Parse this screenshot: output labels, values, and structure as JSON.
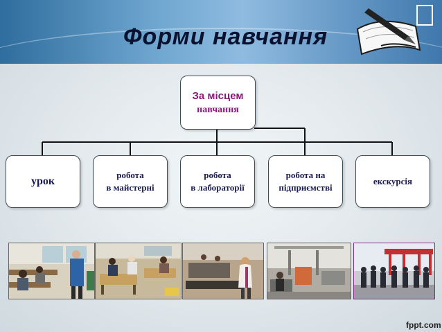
{
  "header": {
    "title": "Форми навчання"
  },
  "diagram": {
    "root": {
      "line1": "За місцем",
      "line2": "навчання"
    },
    "children": [
      {
        "line1": "урок",
        "line2": ""
      },
      {
        "line1": "робота",
        "line2": "в майстерні"
      },
      {
        "line1": "робота",
        "line2": "в лабораторії"
      },
      {
        "line1": "робота на",
        "line2": "підприємстві"
      },
      {
        "line1": "екскурсія",
        "line2": ""
      }
    ]
  },
  "photos": [
    "classroom-photo",
    "workshop-photo",
    "laboratory-photo",
    "enterprise-photo",
    "excursion-photo"
  ],
  "footer": {
    "watermark": "fppt.com"
  },
  "colors": {
    "header": "#3f78ad",
    "root_text": "#8a1a7c",
    "child_text": "#1a1a50",
    "title": "#0a1230"
  }
}
